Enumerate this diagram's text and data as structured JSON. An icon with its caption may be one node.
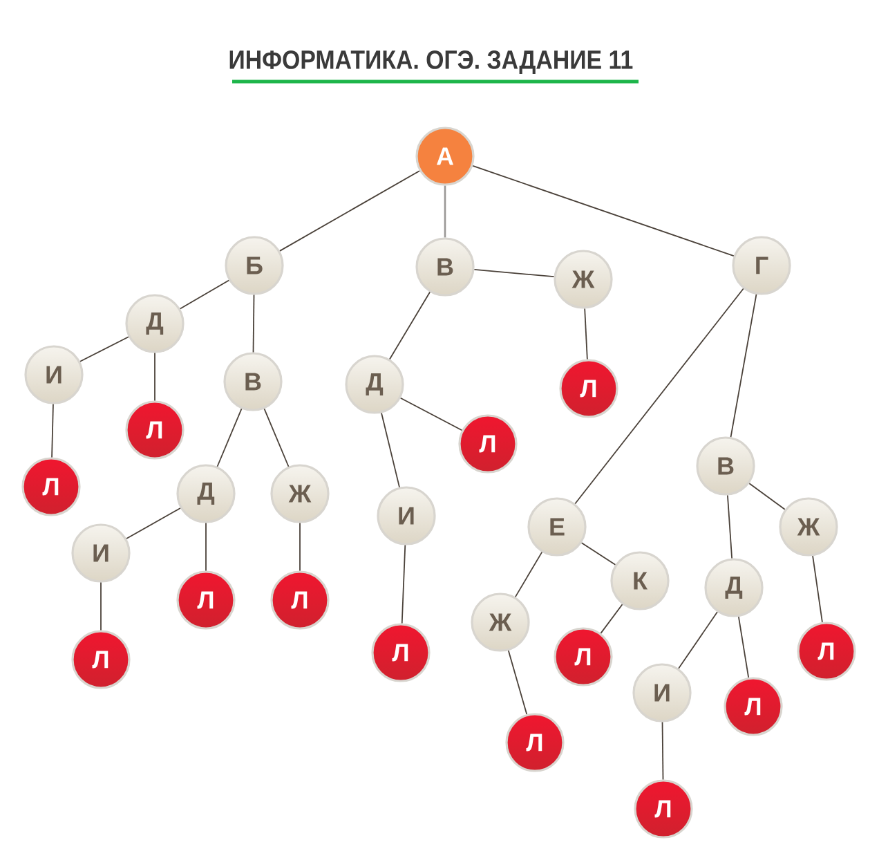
{
  "diagram": {
    "title": "ИНФОРМАТИКА. ОГЭ. ЗАДАНИЕ 11",
    "nodes": [
      {
        "text": [
          "А"
        ]
      },
      {
        "text": [
          "Б"
        ]
      },
      {
        "text": [
          "В"
        ]
      },
      {
        "text": [
          "Ж"
        ]
      },
      {
        "text": [
          "Г"
        ]
      },
      {
        "text": [
          "Д"
        ]
      },
      {
        "text": [
          "И"
        ]
      },
      {
        "text": [
          "Л"
        ]
      },
      {
        "text": [
          "В"
        ]
      },
      {
        "text": [
          "Д"
        ]
      },
      {
        "text": [
          "Л"
        ]
      },
      {
        "text": [
          "Л"
        ]
      },
      {
        "text": [
          "Л"
        ]
      },
      {
        "text": [
          "Д"
        ]
      },
      {
        "text": [
          "Ж"
        ]
      },
      {
        "text": [
          "И"
        ]
      },
      {
        "text": [
          "В"
        ]
      },
      {
        "text": [
          "Е"
        ]
      },
      {
        "text": [
          "Ж"
        ]
      },
      {
        "text": [
          "И"
        ]
      },
      {
        "text": [
          "Л"
        ]
      },
      {
        "text": [
          "Л"
        ]
      },
      {
        "text": [
          "К"
        ]
      },
      {
        "text": [
          "Д"
        ]
      },
      {
        "text": [
          "Ж"
        ]
      },
      {
        "text": [
          "Л"
        ]
      },
      {
        "text": [
          "Л"
        ]
      },
      {
        "text": [
          "Л"
        ]
      },
      {
        "text": [
          "Л"
        ]
      },
      {
        "text": [
          "И"
        ]
      },
      {
        "text": [
          "Л"
        ]
      },
      {
        "text": [
          "Л"
        ]
      },
      {
        "text": [
          "Л"
        ]
      }
    ],
    "edges": [
      {
        "from": 0,
        "to": 1,
        "arrow": "none"
      },
      {
        "from": 0,
        "to": 2,
        "arrow": "none",
        "color": "#9a9896"
      },
      {
        "from": 0,
        "to": 4,
        "arrow": "none"
      },
      {
        "from": 1,
        "to": 5,
        "arrow": "none"
      },
      {
        "from": 1,
        "to": 8,
        "arrow": "none"
      },
      {
        "from": 2,
        "to": 3,
        "arrow": "none"
      },
      {
        "from": 2,
        "to": 9,
        "arrow": "none"
      },
      {
        "from": 3,
        "to": 10,
        "arrow": "none"
      },
      {
        "from": 4,
        "to": 17,
        "arrow": "none"
      },
      {
        "from": 4,
        "to": 16,
        "arrow": "none"
      },
      {
        "from": 5,
        "to": 6,
        "arrow": "none"
      },
      {
        "from": 5,
        "to": 7,
        "arrow": "none"
      },
      {
        "from": 6,
        "to": 12,
        "arrow": "none"
      },
      {
        "from": 8,
        "to": 13,
        "arrow": "none"
      },
      {
        "from": 8,
        "to": 14,
        "arrow": "none"
      },
      {
        "from": 9,
        "to": 11,
        "arrow": "none"
      },
      {
        "from": 9,
        "to": 15,
        "arrow": "none"
      },
      {
        "from": 13,
        "to": 19,
        "arrow": "none"
      },
      {
        "from": 13,
        "to": 20,
        "arrow": "none"
      },
      {
        "from": 14,
        "to": 21,
        "arrow": "none"
      },
      {
        "from": 15,
        "to": 25,
        "arrow": "none"
      },
      {
        "from": 16,
        "to": 23,
        "arrow": "none"
      },
      {
        "from": 16,
        "to": 18,
        "arrow": "none"
      },
      {
        "from": 17,
        "to": 24,
        "arrow": "none"
      },
      {
        "from": 17,
        "to": 22,
        "arrow": "none"
      },
      {
        "from": 18,
        "to": 27,
        "arrow": "none"
      },
      {
        "from": 19,
        "to": 28,
        "arrow": "none"
      },
      {
        "from": 22,
        "to": 26,
        "arrow": "none"
      },
      {
        "from": 23,
        "to": 29,
        "arrow": "none"
      },
      {
        "from": 23,
        "to": 30,
        "arrow": "none"
      },
      {
        "from": 24,
        "to": 31,
        "arrow": "none"
      },
      {
        "from": 29,
        "to": 32,
        "arrow": "none"
      }
    ]
  }
}
